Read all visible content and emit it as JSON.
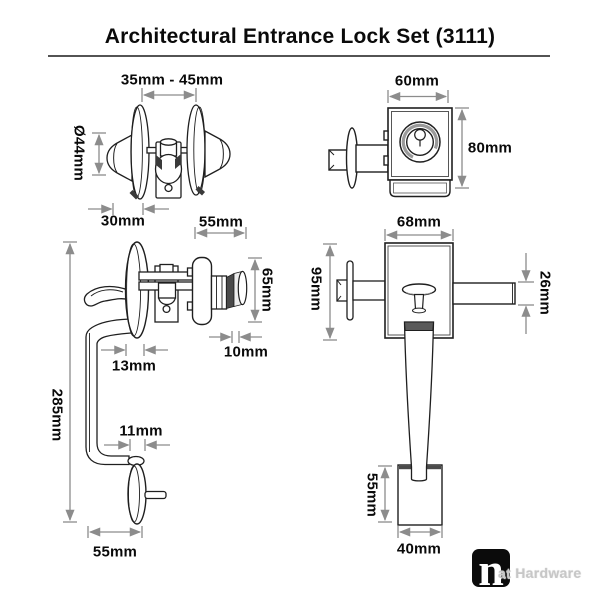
{
  "title": "Architectural Entrance Lock Set (3111)",
  "knob_side_view": {
    "door_thickness_range": "35mm - 45mm",
    "rose_diameter": "Ø44mm",
    "knob_projection": "30mm"
  },
  "lock_body_rear_view": {
    "width": "60mm",
    "height": "80mm"
  },
  "handleset_side_view": {
    "cylinder_assembly_width": "55mm",
    "cylinder_height": "65mm",
    "cylinder_protrusion": "10mm",
    "plate_offset": "13mm",
    "overall_height": "285mm",
    "grip_thickness": "11mm",
    "base_rose_width": "55mm"
  },
  "handleset_front_view": {
    "plate_width": "68mm",
    "plate_height": "95mm",
    "bar_height": "26mm",
    "base_height": "55mm",
    "base_width": "40mm"
  },
  "logo": {
    "initial": "n",
    "brand": "at Hardware"
  }
}
